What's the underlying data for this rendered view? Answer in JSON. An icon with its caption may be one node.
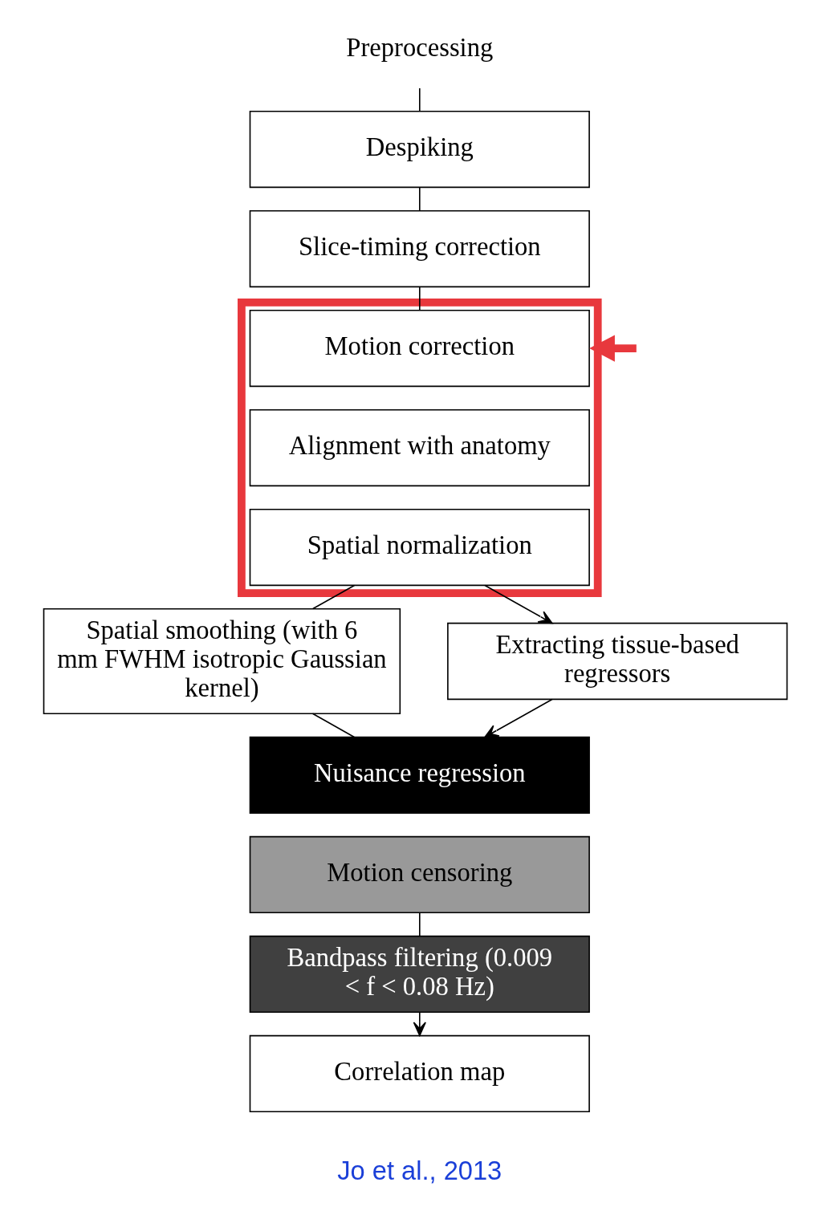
{
  "diagram": {
    "nodes": [
      {
        "text": [
          "Preprocessing"
        ]
      },
      {
        "text": [
          "Despiking"
        ]
      },
      {
        "text": [
          "Slice-timing correction"
        ]
      },
      {
        "text": [],
        "shape": "box"
      },
      {
        "text": [
          "Motion correction"
        ],
        "in": 3
      },
      {
        "text": [
          "Alignment with anatomy"
        ],
        "in": 3
      },
      {
        "text": [
          "Spatial normalization"
        ],
        "in": 3
      },
      {
        "text": [
          "Spatial smoothing (with 6 mm FWHM isotropic Gaussian kernel)"
        ]
      },
      {
        "text": [
          "Extracting tissue-based regressors"
        ]
      },
      {
        "text": [
          "Nuisance regression"
        ]
      },
      {
        "text": [
          "Motion censoring"
        ]
      },
      {
        "text": [
          "Bandpass filtering (0.009 < f < 0.08 Hz)"
        ]
      },
      {
        "text": [
          "Correlation map"
        ]
      }
    ],
    "edges": [
      {
        "from": 0,
        "to": 1,
        "arrow": "none"
      },
      {
        "from": 1,
        "to": 2,
        "arrow": "none"
      },
      {
        "from": 2,
        "to": 4,
        "arrow": "none"
      },
      {
        "from": 6,
        "to": 7,
        "arrow": "none"
      },
      {
        "from": 6,
        "to": 8,
        "arrow": "to"
      },
      {
        "from": 7,
        "to": 9,
        "arrow": "none"
      },
      {
        "from": 8,
        "to": 9,
        "arrow": "to"
      },
      {
        "from": 10,
        "to": 11,
        "arrow": "none"
      },
      {
        "from": 11,
        "to": 12,
        "arrow": "to"
      },
      {
        "from": null,
        "to": 3,
        "arrow": "to",
        "style": "thick",
        "color": "#e8383d"
      }
    ],
    "labels": [
      "Jo et al., 2013"
    ]
  }
}
